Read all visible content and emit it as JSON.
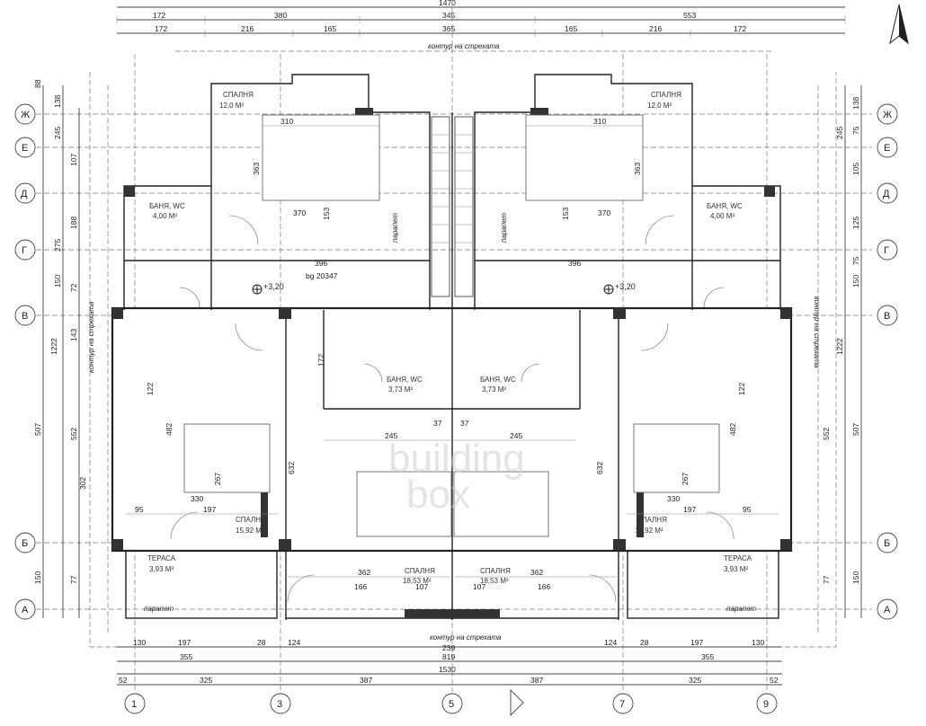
{
  "top_dims": {
    "overall": "1470",
    "row1": [
      "172",
      "380",
      "345",
      "553"
    ],
    "row2": [
      "172",
      "216",
      "165",
      "365",
      "165",
      "216",
      "172"
    ]
  },
  "labels": {
    "roof_contour_top": "контур на стрехата",
    "roof_contour_bottom": "контур на стрехата",
    "roof_contour_left": "контур на стрехата",
    "roof_contour_right": "контур на стрехата",
    "parapet_left": "парапет",
    "parapet_right": "парапет",
    "parapet_v1": "парапет",
    "parapet_v2": "парапет"
  },
  "rooms": [
    {
      "id": "bedroom-top-left",
      "name": "СПАЛНЯ",
      "area": "12,0 M²"
    },
    {
      "id": "bedroom-top-right",
      "name": "СПАЛНЯ",
      "area": "12,0 M²"
    },
    {
      "id": "bath-left",
      "name": "БАНЯ, WC",
      "area": "4,00 M²"
    },
    {
      "id": "bath-right",
      "name": "БАНЯ, WC",
      "area": "4,00 M²"
    },
    {
      "id": "bath-center-left",
      "name": "БАНЯ, WC",
      "area": "3,73 M²"
    },
    {
      "id": "bath-center-right",
      "name": "БАНЯ, WC",
      "area": "3,73 M²"
    },
    {
      "id": "bedroom-mid-left",
      "name": "СПАЛНЯ",
      "area": "15,92 M²"
    },
    {
      "id": "bedroom-mid-right",
      "name": "СПАЛНЯ",
      "area": "15,92 M²"
    },
    {
      "id": "bedroom-bottom-left",
      "name": "СПАЛНЯ",
      "area": "18,53 M²"
    },
    {
      "id": "bedroom-bottom-right",
      "name": "СПАЛНЯ",
      "area": "18,53 M²"
    },
    {
      "id": "terrace-left",
      "name": "ТЕРАСА",
      "area": "3,93 M²"
    },
    {
      "id": "terrace-right",
      "name": "ТЕРАСА",
      "area": "3,93 M²"
    }
  ],
  "levels": [
    "+3,20",
    "+3,20"
  ],
  "axes_horizontal": [
    "Ж",
    "Е",
    "Д",
    "Г",
    "В",
    "Б",
    "А"
  ],
  "axes_vertical": [
    "1",
    "3",
    "5",
    "7",
    "9"
  ],
  "left_dims": {
    "overall": "1222",
    "col_a": [
      "88",
      "138",
      "245",
      "275",
      "150",
      "72",
      "143",
      "507",
      "150"
    ],
    "col_b": [
      "107",
      "188",
      "552",
      "302",
      "77"
    ]
  },
  "right_dims": {
    "overall": "1222",
    "col_a": [
      "138",
      "75",
      "245",
      "105",
      "125",
      "75",
      "150",
      "507",
      "150"
    ],
    "col_b": [
      "552",
      "77"
    ]
  },
  "bottom_dims": {
    "row1": [
      "130",
      "197",
      "28",
      "124",
      "239",
      "124",
      "28",
      "197",
      "130"
    ],
    "row2": [
      "355",
      "819",
      "355"
    ],
    "overall": "1530",
    "row4": [
      "52",
      "325",
      "387",
      "387",
      "325",
      "52"
    ]
  },
  "inner_dims": {
    "d310": "310",
    "d370": "370",
    "d396": "396",
    "d363": "363",
    "d153": "153",
    "d482": "482",
    "d330": "330",
    "d197": "197",
    "d95": "95",
    "d632": "632",
    "d362": "362",
    "d166": "166",
    "d107": "107",
    "d245": "245",
    "d37": "37",
    "d267": "267",
    "d122": "122",
    "d172": "172"
  },
  "watermark": {
    "line1": "building",
    "line2": "box"
  },
  "ref_code": "bg 20347"
}
